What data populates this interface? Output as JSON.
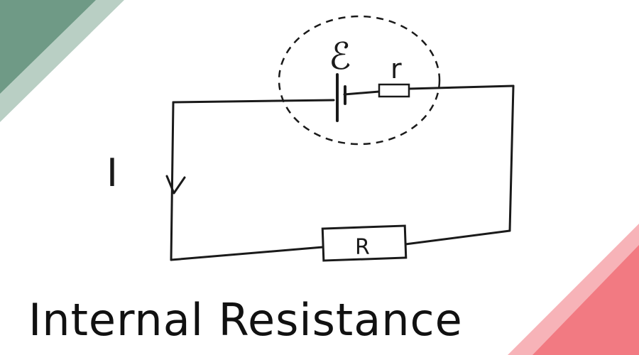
{
  "colors": {
    "corner_top_left_dark": "#6f9a86",
    "corner_top_left_light": "#b9cfc4",
    "corner_bottom_right_dark": "#f27a82",
    "corner_bottom_right_light": "#f7b3b8",
    "ink": "#1a1a1a"
  },
  "diagram": {
    "emf_label": "ℰ",
    "internal_resistance_label": "r",
    "current_label": "I",
    "external_resistor_label": "R"
  },
  "title": "Internal Resistance"
}
